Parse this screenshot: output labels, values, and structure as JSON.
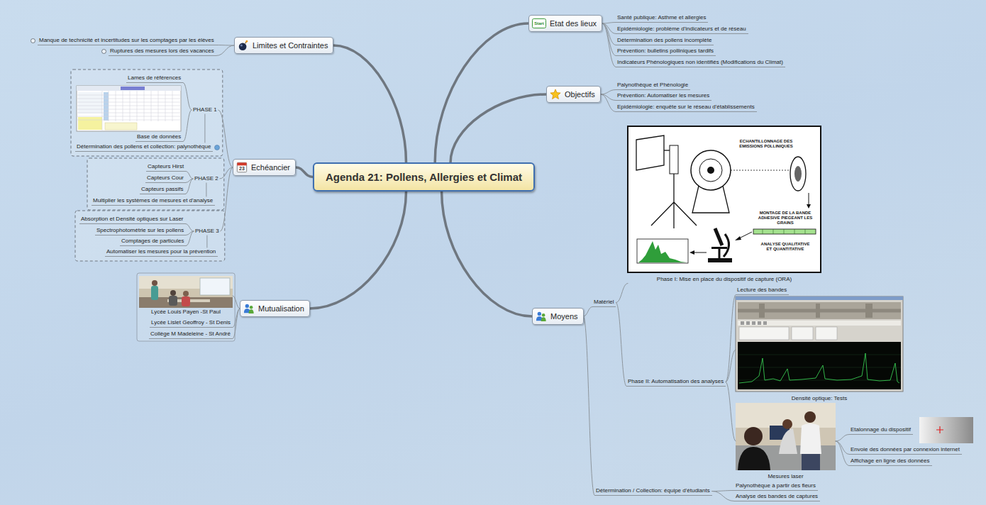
{
  "diagram": {
    "nodes": [
      {
        "text": [
          "Agenda 21: Pollens, Allergies et Climat"
        ]
      },
      {
        "text": [
          "Limites et Contraintes"
        ]
      },
      {
        "text": [
          "Manque de technicité et incertitudes sur les comptages par les élèves"
        ]
      },
      {
        "text": [
          "Ruptures des mesures lors des vacances"
        ]
      },
      {
        "text": [
          "Echéancier"
        ]
      },
      {
        "text": [
          "PHASE 1"
        ]
      },
      {
        "text": [
          "Lames de références"
        ]
      },
      {
        "text": [
          "Base de données"
        ]
      },
      {
        "text": [
          "Détermination des pollens et collection: palynothèque"
        ]
      },
      {
        "text": [
          "PHASE 2"
        ]
      },
      {
        "text": [
          "Capteurs Hirst"
        ]
      },
      {
        "text": [
          "Capteurs Cour"
        ]
      },
      {
        "text": [
          "Capteurs passifs"
        ]
      },
      {
        "text": [
          "Multiplier les systèmes de mesures et d'analyse"
        ]
      },
      {
        "text": [
          "PHASE 3"
        ]
      },
      {
        "text": [
          "Absorption et Densité optiques sur Laser"
        ]
      },
      {
        "text": [
          "Spectrophotométrie sur les pollens"
        ]
      },
      {
        "text": [
          "Comptages de particules"
        ]
      },
      {
        "text": [
          "Automatiser les mesures pour la prévention"
        ]
      },
      {
        "text": [
          "Mutualisation"
        ]
      },
      {
        "text": [
          "Lycée Louis Payen -St Paul"
        ]
      },
      {
        "text": [
          "Lycée Lislet Geoffroy - St Denis"
        ]
      },
      {
        "text": [
          "Collège M Madeleine - St André"
        ]
      },
      {
        "text": [
          "Etat des lieux"
        ]
      },
      {
        "text": [
          "Santé publique: Asthme et allergies"
        ]
      },
      {
        "text": [
          "Epidémiologie: problème d'indicateurs et de réseau"
        ]
      },
      {
        "text": [
          "Détermination des pollens incomplète"
        ]
      },
      {
        "text": [
          "Prévention: bulletins polliniques tardifs"
        ]
      },
      {
        "text": [
          "Indicateurs Phénologiques non identifiés (Modifications du Climat)"
        ]
      },
      {
        "text": [
          "Objectifs"
        ]
      },
      {
        "text": [
          "Palynothèque et Phénologie"
        ]
      },
      {
        "text": [
          "Prévention: Automatiser les mesures"
        ]
      },
      {
        "text": [
          "Epidémiologie: enquête sur le réseau d'établissements"
        ]
      },
      {
        "text": [
          "Moyens"
        ]
      },
      {
        "text": [
          "Matériel"
        ]
      },
      {
        "text": [
          "Phase I: Mise en place du dispositif de capture (ORA)"
        ]
      },
      {
        "text": [
          "Phase II: Automatisation des analyses"
        ]
      },
      {
        "text": [
          "Lecture des bandes"
        ]
      },
      {
        "text": [
          "Densité optique: Tests"
        ]
      },
      {
        "text": [
          "Mesures laser"
        ]
      },
      {
        "text": [
          "Etalonnage du dispositif"
        ]
      },
      {
        "text": [
          "Envoie des données par connexion internet"
        ]
      },
      {
        "text": [
          "Affichage en ligne des données"
        ]
      },
      {
        "text": [
          "Détermination / Collection: équipe d'étudiants"
        ]
      },
      {
        "text": [
          "Palynothèque à partir des fleurs"
        ]
      },
      {
        "text": [
          "Analyse des bandes de captures"
        ]
      }
    ],
    "edges": [
      {
        "from": 0,
        "to": 1,
        "arrow": "none"
      },
      {
        "from": 0,
        "to": 4,
        "arrow": "none"
      },
      {
        "from": 0,
        "to": 19,
        "arrow": "none"
      },
      {
        "from": 0,
        "to": 23,
        "arrow": "none"
      },
      {
        "from": 0,
        "to": 29,
        "arrow": "none"
      },
      {
        "from": 0,
        "to": 33,
        "arrow": "none"
      },
      {
        "from": 1,
        "to": 2,
        "arrow": "none"
      },
      {
        "from": 1,
        "to": 3,
        "arrow": "none"
      },
      {
        "from": 4,
        "to": 5,
        "arrow": "none"
      },
      {
        "from": 4,
        "to": 9,
        "arrow": "none"
      },
      {
        "from": 4,
        "to": 14,
        "arrow": "none"
      },
      {
        "from": 5,
        "to": 6,
        "arrow": "none"
      },
      {
        "from": 5,
        "to": 7,
        "arrow": "none"
      },
      {
        "from": 5,
        "to": 8,
        "arrow": "none"
      },
      {
        "from": 9,
        "to": 10,
        "arrow": "none"
      },
      {
        "from": 9,
        "to": 11,
        "arrow": "none"
      },
      {
        "from": 9,
        "to": 12,
        "arrow": "none"
      },
      {
        "from": 9,
        "to": 13,
        "arrow": "none"
      },
      {
        "from": 14,
        "to": 15,
        "arrow": "none"
      },
      {
        "from": 14,
        "to": 16,
        "arrow": "none"
      },
      {
        "from": 14,
        "to": 17,
        "arrow": "none"
      },
      {
        "from": 14,
        "to": 18,
        "arrow": "none"
      },
      {
        "from": 19,
        "to": 20,
        "arrow": "none"
      },
      {
        "from": 19,
        "to": 21,
        "arrow": "none"
      },
      {
        "from": 19,
        "to": 22,
        "arrow": "none"
      },
      {
        "from": 23,
        "to": 24,
        "arrow": "none"
      },
      {
        "from": 23,
        "to": 25,
        "arrow": "none"
      },
      {
        "from": 23,
        "to": 26,
        "arrow": "none"
      },
      {
        "from": 23,
        "to": 27,
        "arrow": "none"
      },
      {
        "from": 23,
        "to": 28,
        "arrow": "none"
      },
      {
        "from": 29,
        "to": 30,
        "arrow": "none"
      },
      {
        "from": 29,
        "to": 31,
        "arrow": "none"
      },
      {
        "from": 29,
        "to": 32,
        "arrow": "none"
      },
      {
        "from": 33,
        "to": 34,
        "arrow": "none"
      },
      {
        "from": 33,
        "to": 43,
        "arrow": "none"
      },
      {
        "from": 34,
        "to": 35,
        "arrow": "none"
      },
      {
        "from": 34,
        "to": 36,
        "arrow": "none"
      },
      {
        "from": 36,
        "to": 37,
        "arrow": "none"
      },
      {
        "from": 36,
        "to": 38,
        "arrow": "none"
      },
      {
        "from": 36,
        "to": 39,
        "arrow": "none"
      },
      {
        "from": 39,
        "to": 40,
        "arrow": "none"
      },
      {
        "from": 39,
        "to": 41,
        "arrow": "none"
      },
      {
        "from": 39,
        "to": 42,
        "arrow": "none"
      },
      {
        "from": 43,
        "to": 44,
        "arrow": "none"
      },
      {
        "from": 43,
        "to": 45,
        "arrow": "none"
      }
    ],
    "labels": [
      "Start",
      "23",
      "ECHANTILLONNAGE DES EMISSIONS POLLINIQUES",
      "MONTAGE DE LA BANDE ADHESIVE PIEGEANT LES GRAINS",
      "ANALYSE QUALITATIVE ET QUANTITATIVE"
    ]
  }
}
